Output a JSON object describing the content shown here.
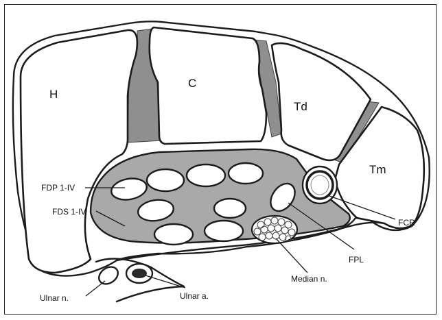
{
  "labels": {
    "hamate": "H",
    "capitate": "C",
    "trapezoid": "Td",
    "trapezium": "Tm",
    "fdp": "FDP 1-IV",
    "fds": "FDS 1-IV",
    "fcr": "FCR",
    "fpl": "FPL",
    "median": "Median n.",
    "ulnar_nerve": "Ulnar n.",
    "ulnar_artery": "Ulnar a."
  },
  "colors": {
    "tunnel_fill": "#a9a9a9",
    "ligament_fill": "#8f8f8f",
    "outline": "#1c1c1c",
    "artery_fill": "#2a2a2a"
  }
}
